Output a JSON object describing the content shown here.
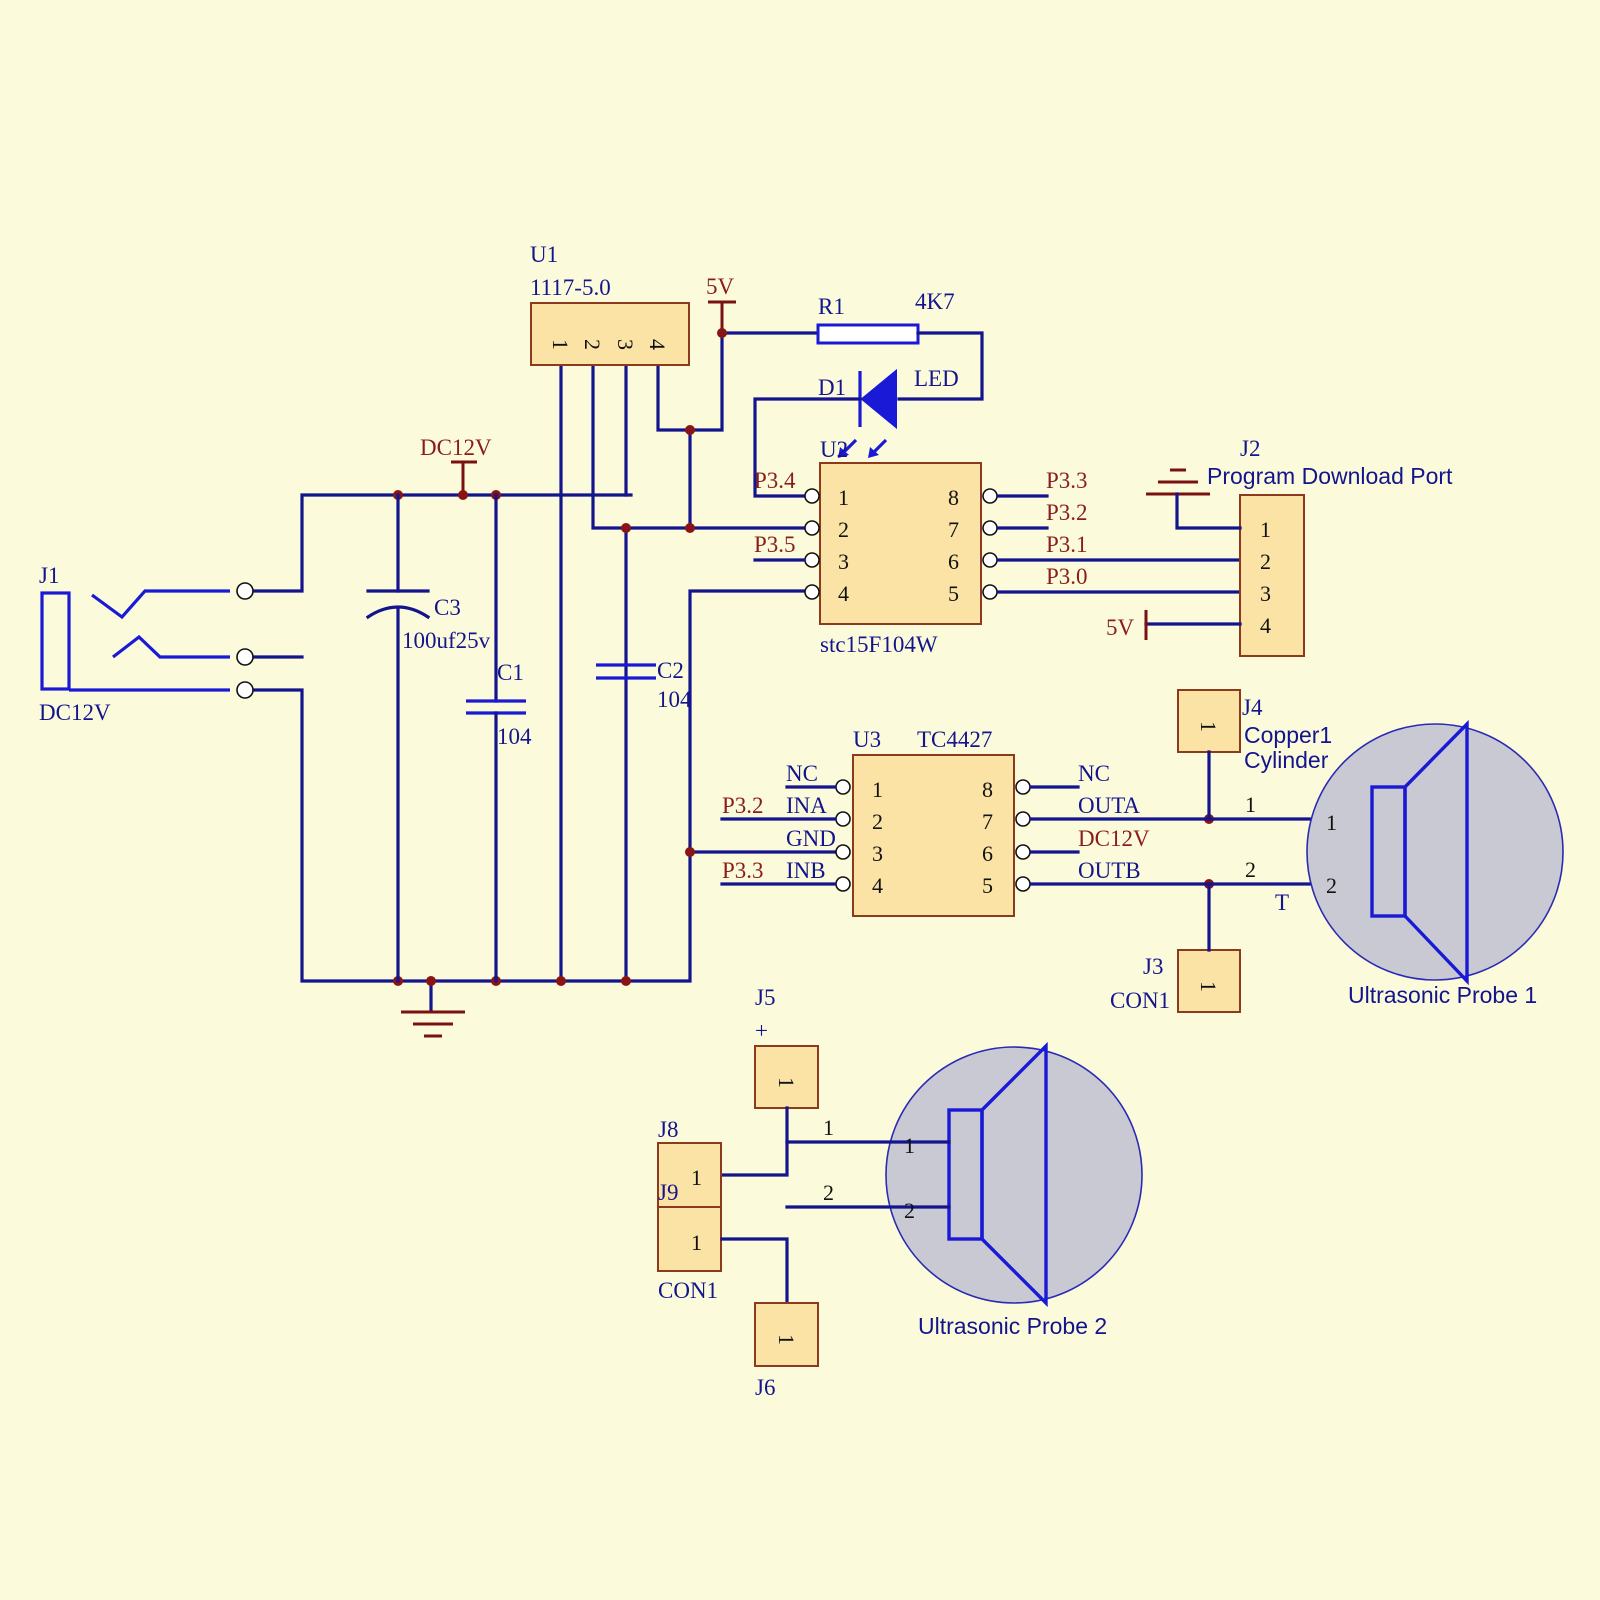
{
  "power": {
    "jack_ref": "J1",
    "jack_value": "DC12V",
    "rail_12v": "DC12V",
    "rail_5v": "5V",
    "port_5v": "5V"
  },
  "regulator": {
    "ref": "U1",
    "part": "1117-5.0",
    "pins": [
      "1",
      "2",
      "3",
      "4"
    ]
  },
  "capacitors": {
    "c3_ref": "C3",
    "c3_value": "100uf25v",
    "c1_ref": "C1",
    "c1_value": "104",
    "c2_ref": "C2",
    "c2_value": "104"
  },
  "led": {
    "r_ref": "R1",
    "r_value": "4K7",
    "d_ref": "D1",
    "d_value": "LED"
  },
  "mcu": {
    "ref": "U2",
    "part": "stc15F104W",
    "left_pins": [
      "1",
      "2",
      "3",
      "4"
    ],
    "right_pins": [
      "8",
      "7",
      "6",
      "5"
    ],
    "net_p34": "P3.4",
    "net_p35": "P3.5",
    "net_p33": "P3.3",
    "net_p32": "P3.2",
    "net_p31": "P3.1",
    "net_p30": "P3.0"
  },
  "prog_port": {
    "ref": "J2",
    "label": "Program Download Port",
    "pins": [
      "1",
      "2",
      "3",
      "4"
    ]
  },
  "driver": {
    "ref": "U3",
    "part": "TC4427",
    "left_pins": [
      "1",
      "2",
      "3",
      "4"
    ],
    "right_pins": [
      "8",
      "7",
      "6",
      "5"
    ],
    "left_names": [
      "NC",
      "INA",
      "GND",
      "INB"
    ],
    "right_names": [
      "NC",
      "OUTA",
      "DC12V",
      "OUTB"
    ],
    "net_ina": "P3.2",
    "net_inb": "P3.3"
  },
  "probe1": {
    "j4_ref": "J4",
    "j4_label_1": "Copper1",
    "j4_label_2": "Cylinder",
    "j4_pin": "1",
    "j3_ref": "J3",
    "j3_value": "CON1",
    "j3_pin": "1",
    "wire_1": "1",
    "wire_2": "2",
    "pin_1": "1",
    "pin_2": "2",
    "t_label": "T",
    "label": "Ultrasonic Probe 1"
  },
  "probe2": {
    "j5_ref": "J5",
    "j5_sign": "+",
    "j5_pin": "1",
    "j6_ref": "J6",
    "j6_pin": "1",
    "j8_ref": "J8",
    "j8_pin": "1",
    "j9_ref": "J9",
    "j9_pin": "1",
    "con_value": "CON1",
    "wire_1": "1",
    "wire_2": "2",
    "pin_1": "1",
    "pin_2": "2",
    "label": "Ultrasonic Probe 2"
  }
}
